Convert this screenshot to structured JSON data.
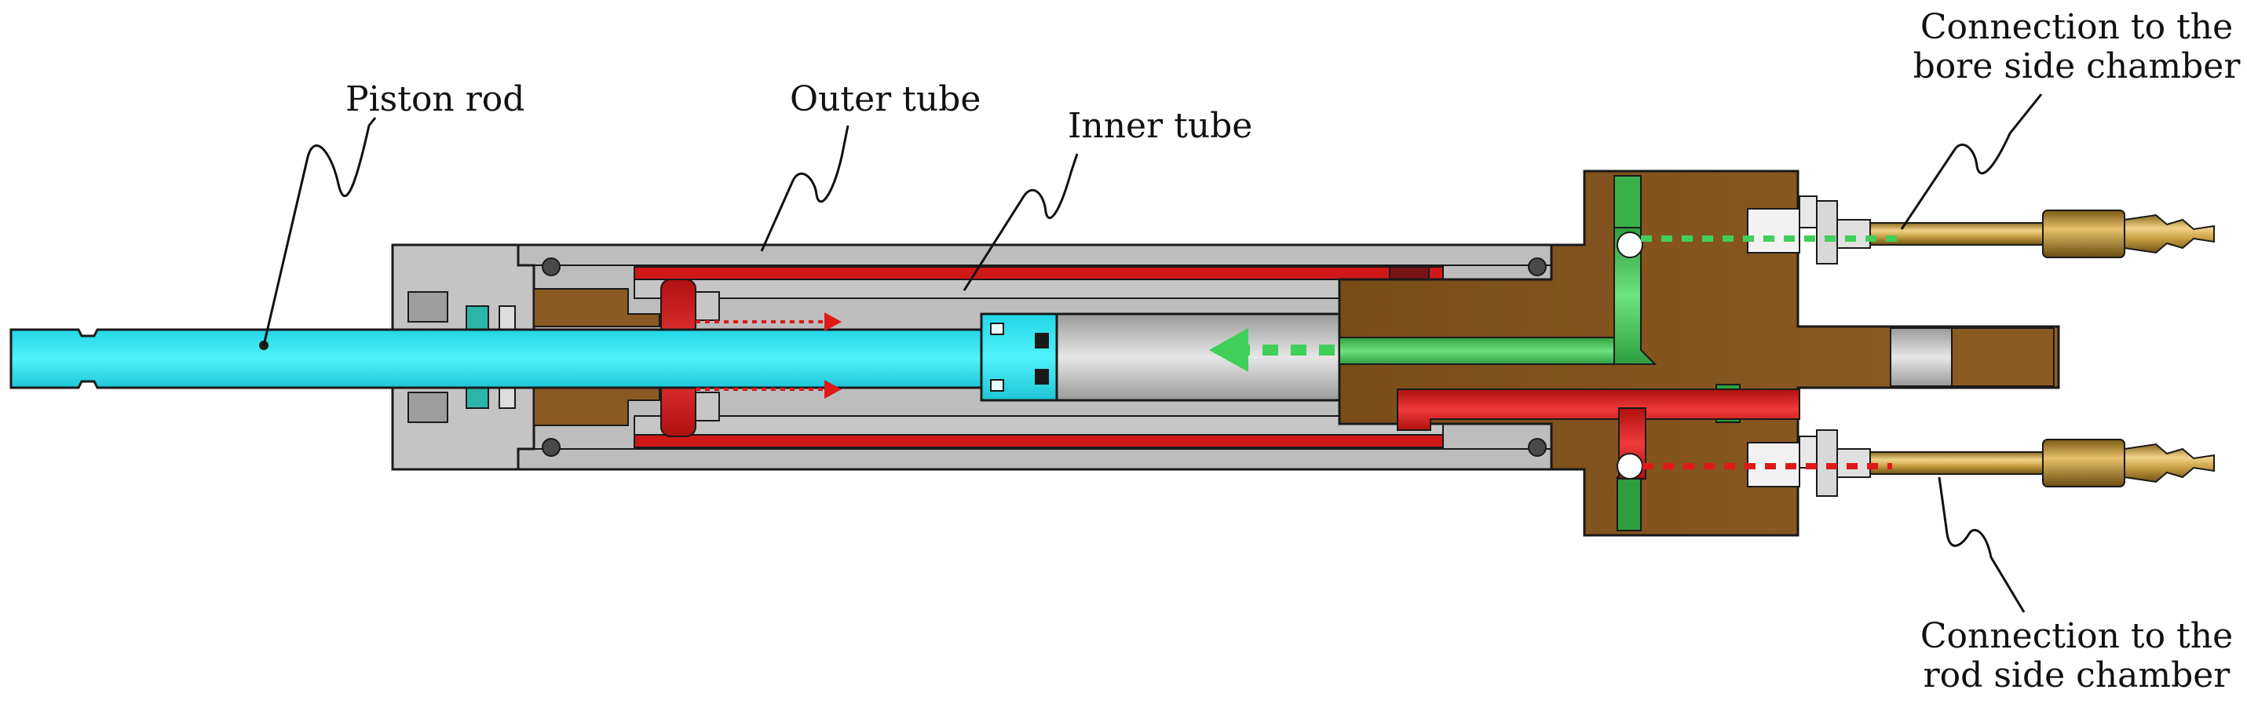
{
  "labels": {
    "piston_rod": "Piston rod",
    "outer_tube": "Outer tube",
    "inner_tube": "Inner tube",
    "bore_connection_line1": "Connection to the",
    "bore_connection_line2": "bore side chamber",
    "rod_connection_line1": "Connection to the",
    "rod_connection_line2": "rod side chamber"
  },
  "colors": {
    "housing_gray": "#b9b9b9",
    "piston_cyan": "#2ee6f0",
    "manifold_brown": "#8a5a22",
    "fitting_brass": "#c9a046",
    "bore_flow_green": "#3fcf5a",
    "rod_flow_red": "#e01818",
    "outline": "#1a1a1a"
  }
}
